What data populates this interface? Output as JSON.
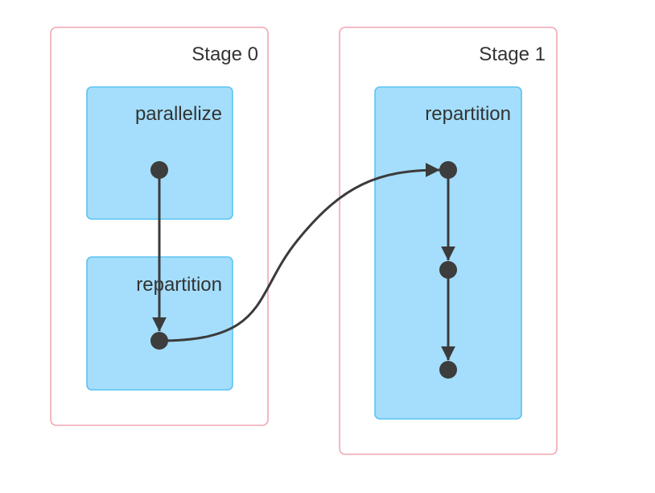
{
  "stages": [
    {
      "label": "Stage 0",
      "operations": [
        "parallelize",
        "repartition"
      ]
    },
    {
      "label": "Stage 1",
      "operations": [
        "repartition"
      ]
    }
  ],
  "colors": {
    "stage_border": "#f2a7b4",
    "operation_fill": "#a4defc",
    "operation_border": "#5cc4f0",
    "node": "#3d3d3d",
    "edge": "#3b3b3b",
    "text": "#333333"
  }
}
